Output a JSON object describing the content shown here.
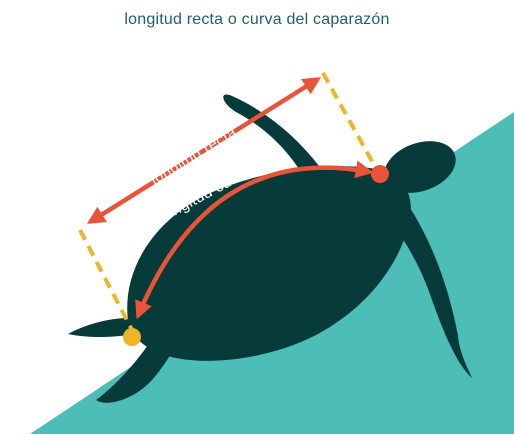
{
  "title": "longitud recta o curva del caparazón",
  "labels": {
    "straight": "longitud recta",
    "curved": "longitud curva"
  },
  "colors": {
    "title_text": "#1f5f67",
    "label_text": "#ffffff",
    "water": "#4dbdb8",
    "turtle": "#073b39",
    "arrow": "#e8533a",
    "dashed_guide": "#f0b429",
    "point_front": "#e8533a",
    "point_back": "#f0b429",
    "background": "#ffffff"
  }
}
